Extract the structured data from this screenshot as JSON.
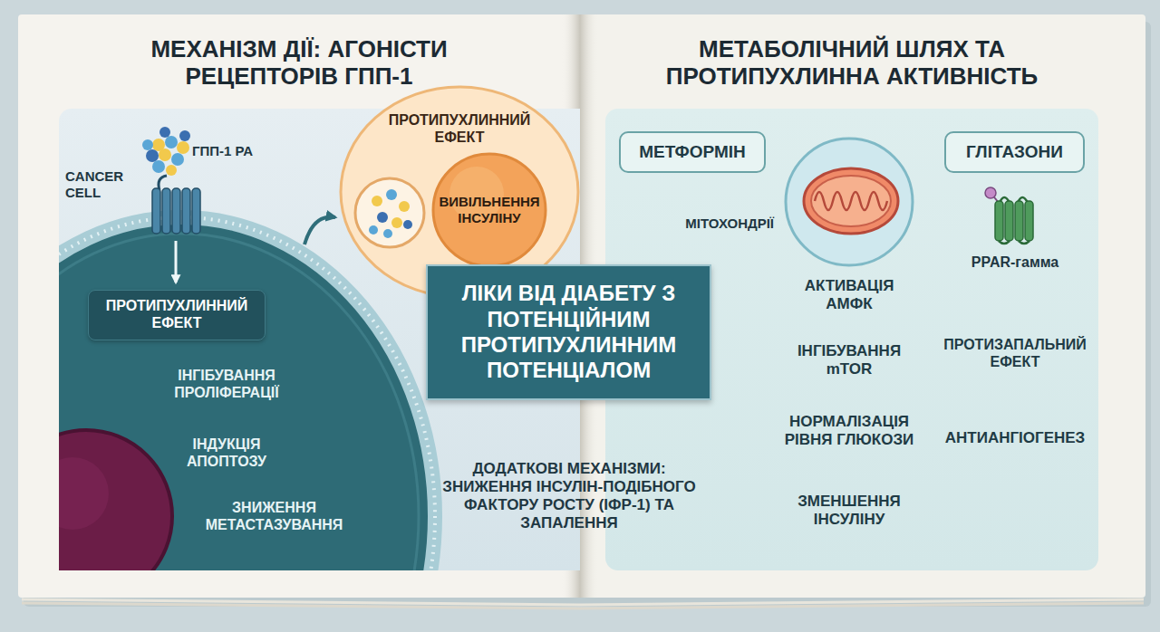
{
  "diagram": {
    "nodes": [
      {
        "text": [
          "МЕХАНІЗМ ДІЇ: АГОНІСТИ РЕЦЕПТОРІВ ГПП-1"
        ]
      },
      {
        "text": [
          "ПРОТИПУХЛИННИЙ ЕФЕКТ"
        ],
        "in": 0
      },
      {
        "text": [
          "ІНГІБУВАННЯ ПРОЛІФЕРАЦІЇ"
        ],
        "in": 0
      },
      {
        "text": [
          "ІНДУКЦІЯ АПОПТОЗУ"
        ],
        "in": 0
      },
      {
        "text": [
          "ЗНИЖЕННЯ МЕТАСТАЗУВАННЯ"
        ],
        "in": 0
      },
      {
        "text": [
          "ПРОТИПУХЛИННИЙ ЕФЕКТ"
        ],
        "in": 0
      },
      {
        "text": [
          "ВИВІЛЬНЕННЯ ІНСУЛІНУ"
        ],
        "in": 5
      },
      {
        "text": [
          "МЕТАБОЛІЧНИЙ ШЛЯХ ТА ПРОТИПУХЛИННА АКТИВНІСТЬ"
        ]
      },
      {
        "text": [
          "МЕТФОРМІН"
        ],
        "in": 7
      },
      {
        "text": [
          "ГЛІТАЗОНИ"
        ],
        "in": 7
      },
      {
        "text": [
          "МІТОХОНДРІЇ"
        ],
        "in": 7
      },
      {
        "text": [
          "АКТИВАЦІЯ АМФК"
        ],
        "in": 7
      },
      {
        "text": [
          "ІНГІБУВАННЯ mTOR"
        ],
        "in": 7
      },
      {
        "text": [
          "НОРМАЛІЗАЦІЯ РІВНЯ ГЛЮКОЗИ"
        ],
        "in": 7
      },
      {
        "text": [
          "ЗМЕНШЕННЯ ІНСУЛІНУ"
        ],
        "in": 7
      },
      {
        "text": [
          "PPAR-гамма"
        ],
        "in": 7
      },
      {
        "text": [
          "ПРОТИЗАПАЛЬНИЙ ЕФЕКТ"
        ],
        "in": 7
      },
      {
        "text": [
          "АНТИАНГІОГЕНЕЗ"
        ],
        "in": 7
      },
      {
        "text": [
          "ЛІКИ ВІД ДІАБЕТУ З ПОТЕНЦІЙНИМ ПРОТИПУХЛИННИМ ПОТЕНЦІАЛОМ"
        ]
      }
    ],
    "edges": [
      {
        "from": 1,
        "to": 2,
        "arrow": "to"
      },
      {
        "from": 2,
        "to": 3,
        "arrow": "to"
      },
      {
        "from": 3,
        "to": 4,
        "arrow": "to"
      },
      {
        "from": 1,
        "to": 4,
        "arrow": "to"
      },
      {
        "from": 8,
        "to": 10,
        "arrow": "to"
      },
      {
        "from": 11,
        "to": 12,
        "arrow": "to"
      },
      {
        "from": 12,
        "to": 13,
        "arrow": "to"
      },
      {
        "from": 13,
        "to": 14,
        "arrow": "to"
      },
      {
        "from": 9,
        "to": 15,
        "arrow": "to"
      },
      {
        "from": 15,
        "to": 16,
        "arrow": "to"
      },
      {
        "from": 16,
        "to": 17,
        "arrow": "to"
      }
    ],
    "labels": [
      "ГПП-1 РА",
      "CANCER CELL",
      "ДОДАТКОВІ МЕХАНІЗМИ: ЗНИЖЕННЯ ІНСУЛІН-ПОДІБНОГО ФАКТОРУ РОСТУ (ІФР-1) ТА ЗАПАЛЕННЯ"
    ]
  }
}
